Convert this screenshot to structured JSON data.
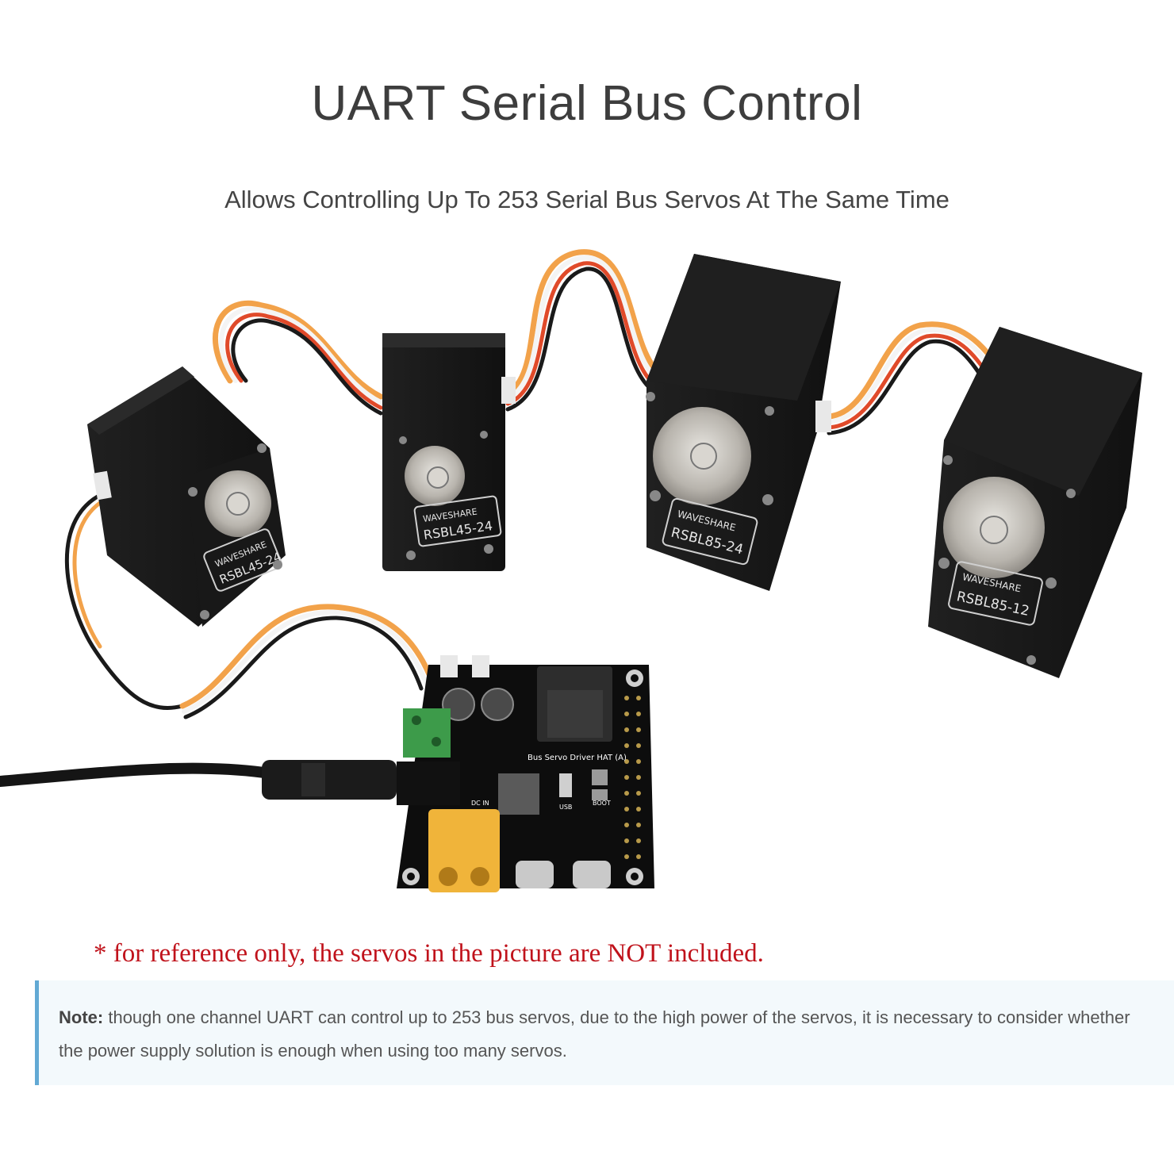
{
  "header": {
    "title": "UART Serial Bus Control",
    "subtitle": "Allows Controlling Up To 253 Serial Bus Servos At The Same Time"
  },
  "servos": [
    {
      "brand": "WAVESHARE",
      "model": "RSBL45-24"
    },
    {
      "brand": "WAVESHARE",
      "model": "RSBL45-24"
    },
    {
      "brand": "WAVESHARE",
      "model": "RSBL85-24"
    },
    {
      "brand": "WAVESHARE",
      "model": "RSBL85-12"
    }
  ],
  "board": {
    "name": "Bus Servo Driver HAT (A)",
    "labels": {
      "usb": "USB",
      "boot": "BOOT",
      "dc_in": "DC IN"
    }
  },
  "disclaimer": "* for reference only, the servos in the picture are NOT included.",
  "note": {
    "label": "Note:",
    "text": "though one channel UART can control up to 253 bus servos, due to the high power of the servos, it is necessary to consider whether the power supply solution is enough when using too many servos."
  },
  "colors": {
    "servo_body": "#151515",
    "pcb": "#0d0d0d",
    "wire_orange": "#f2a24a",
    "wire_white": "#f4f4f4",
    "wire_black": "#1a1a1a",
    "terminal_green": "#3d9b4a",
    "xt60_yellow": "#f0b43a",
    "disclaimer_red": "#c0121b",
    "note_border": "#62a9d4",
    "note_bg": "#f3f9fc"
  }
}
